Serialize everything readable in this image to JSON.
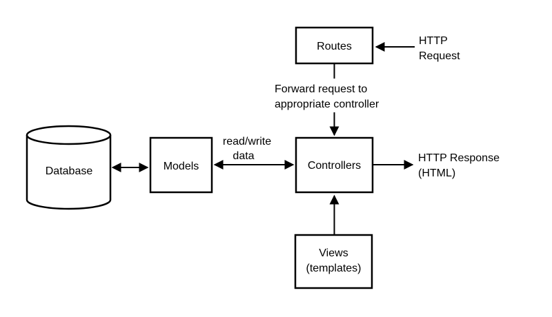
{
  "diagram": {
    "colors": {
      "background": "#ffffff",
      "stroke": "#000000",
      "text": "#000000"
    },
    "nodes": {
      "database": {
        "label": "Database",
        "shape": "cylinder"
      },
      "models": {
        "label": "Models",
        "shape": "rectangle"
      },
      "routes": {
        "label": "Routes",
        "shape": "rectangle"
      },
      "controllers": {
        "label": "Controllers",
        "shape": "rectangle"
      },
      "views": {
        "label": "Views",
        "sublabel": "(templates)",
        "shape": "rectangle"
      }
    },
    "labels": {
      "http_request": {
        "line1": "HTTP",
        "line2": "Request"
      },
      "forward": {
        "line1": "Forward request to",
        "line2": "appropriate controller"
      },
      "read_write": {
        "line1": "read/write",
        "line2": "data"
      },
      "http_response": {
        "line1": "HTTP Response",
        "line2": "(HTML)"
      }
    },
    "edges": [
      {
        "from": "HTTP Request",
        "to": "Routes",
        "arrow": "single"
      },
      {
        "from": "Routes",
        "to": "Controllers",
        "arrow": "single",
        "label": "Forward request to appropriate controller"
      },
      {
        "from": "Database",
        "to": "Models",
        "arrow": "double"
      },
      {
        "from": "Models",
        "to": "Controllers",
        "arrow": "double",
        "label": "read/write data"
      },
      {
        "from": "Views",
        "to": "Controllers",
        "arrow": "single"
      },
      {
        "from": "Controllers",
        "to": "HTTP Response (HTML)",
        "arrow": "single"
      }
    ]
  }
}
